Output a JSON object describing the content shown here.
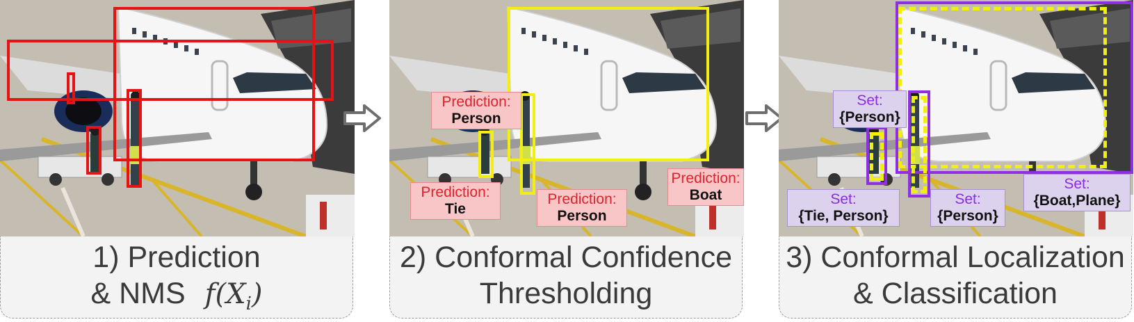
{
  "panels": [
    {
      "caption_line1": "1) Prediction",
      "caption_line2": "& NMS",
      "caption_math": "f(X",
      "caption_math_sub": "i",
      "caption_math_end": ")"
    },
    {
      "caption_line1": "2) Conformal Confidence",
      "caption_line2": "Thresholding",
      "labels": [
        {
          "key": "Prediction:",
          "value": "Person"
        },
        {
          "key": "Prediction:",
          "value": "Tie"
        },
        {
          "key": "Prediction:",
          "value": "Person"
        },
        {
          "key": "Prediction:",
          "value": "Boat"
        }
      ]
    },
    {
      "caption_line1": "3) Conformal Localization",
      "caption_line2": "& Classification",
      "labels": [
        {
          "key": "Set:",
          "value": "{Person}"
        },
        {
          "key": "Set:",
          "value": "{Tie, Person}"
        },
        {
          "key": "Set:",
          "value": "{Person}"
        },
        {
          "key": "Set:",
          "value": "{Boat,Plane}"
        }
      ]
    }
  ],
  "colors": {
    "prediction_box": "#e41414",
    "threshold_box": "#f2ee12",
    "conformal_set_box": "#8e2fe0",
    "prediction_label_bg": "#f9c6c8",
    "set_label_bg": "#ddd2ee",
    "arrow": "#6e6e6e"
  },
  "icons": [
    "right-arrow-icon",
    "right-arrow-icon"
  ]
}
